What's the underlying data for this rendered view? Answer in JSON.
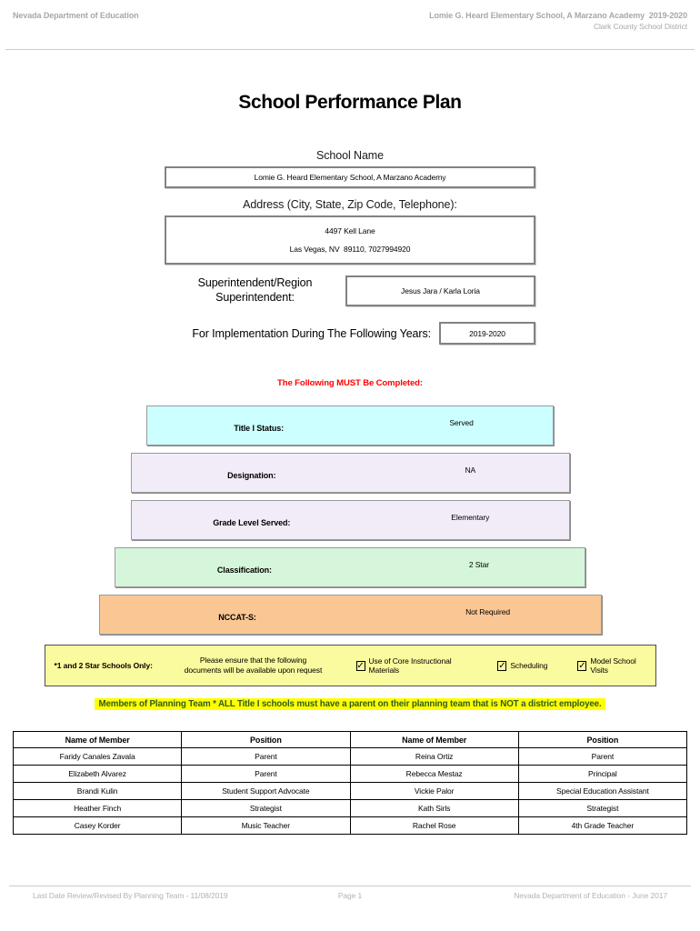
{
  "page_header": {
    "left": "Nevada Department of Education",
    "school_line": "Lomie G. Heard Elementary School, A Marzano Academy  2019-2020",
    "district_line": "Clark County School District"
  },
  "title": "School Performance Plan",
  "form": {
    "school_name": {
      "label": "School Name",
      "value": "Lomie G. Heard Elementary School, A Marzano Academy"
    },
    "address": {
      "label": "Address (City, State, Zip Code, Telephone):",
      "line1": "4497 Kell Lane",
      "line2": "Las Vegas, NV  89110, 7027994920"
    },
    "superintendent": {
      "label_line1": "Superintendent/Region",
      "label_line2": "Superintendent:",
      "value": "Jesus Jara / Karla Loria"
    },
    "implementation": {
      "label": "For Implementation During The Following Years:",
      "value": "2019-2020"
    }
  },
  "must_complete_note": "The Following MUST Be Completed:",
  "status_rows": [
    {
      "label": "Title I Status:",
      "value": "Served",
      "color": "#ccffff"
    },
    {
      "label": "Designation:",
      "value": "NA",
      "color": "#f2ecf9"
    },
    {
      "label": "Grade Level Served:",
      "value": "Elementary",
      "color": "#f2ecf9"
    },
    {
      "label": "Classification:",
      "value": "2 Star",
      "color": "#d5f6da"
    },
    {
      "label": "NCCAT-S:",
      "value": "Not Required",
      "color": "#fac794"
    }
  ],
  "star_schools_bar": {
    "label": "*1 and 2 Star Schools Only:",
    "note_line1": "Please ensure that the following",
    "note_line2": "documents will be available upon request",
    "background": "#fafa9e",
    "checkboxes": [
      {
        "label": "Use of Core Instructional Materials",
        "checked": true,
        "glyph": "✓"
      },
      {
        "label": "Scheduling",
        "checked": true,
        "glyph": "✓"
      },
      {
        "label": "Model School Visits",
        "checked": true,
        "glyph": "✓"
      }
    ]
  },
  "planning_team_note": "Members of Planning Team * ALL Title I schools must have a parent on their planning team that is NOT a district employee.",
  "members_table": {
    "headers": [
      "Name of Member",
      "Position",
      "Name of Member",
      "Position"
    ],
    "rows": [
      [
        "Faridy Canales Zavala",
        "Parent",
        "Reina Ortiz",
        "Parent"
      ],
      [
        "Elizabeth Alvarez",
        "Parent",
        "Rebecca Mestaz",
        "Principal"
      ],
      [
        "Brandi Kulin",
        "Student Support Advocate",
        "Vickie Palor",
        "Special Education Assistant"
      ],
      [
        "Heather Finch",
        "Strategist",
        "Kath Sirls",
        "Strategist"
      ],
      [
        "Casey Korder",
        "Music Teacher",
        "Rachel Rose",
        "4th Grade Teacher"
      ]
    ]
  },
  "page_footer": {
    "left": "Last Date Review/Revised By Planning Team - 11/08/2019",
    "center": "Page 1",
    "right": "Nevada Department of Education - June 2017"
  },
  "colors": {
    "highlight_bg": "#ffff00",
    "highlight_text": "#2f5b1f",
    "required_note_text": "#ff0000",
    "header_footer_text": "#a8a8a8"
  }
}
